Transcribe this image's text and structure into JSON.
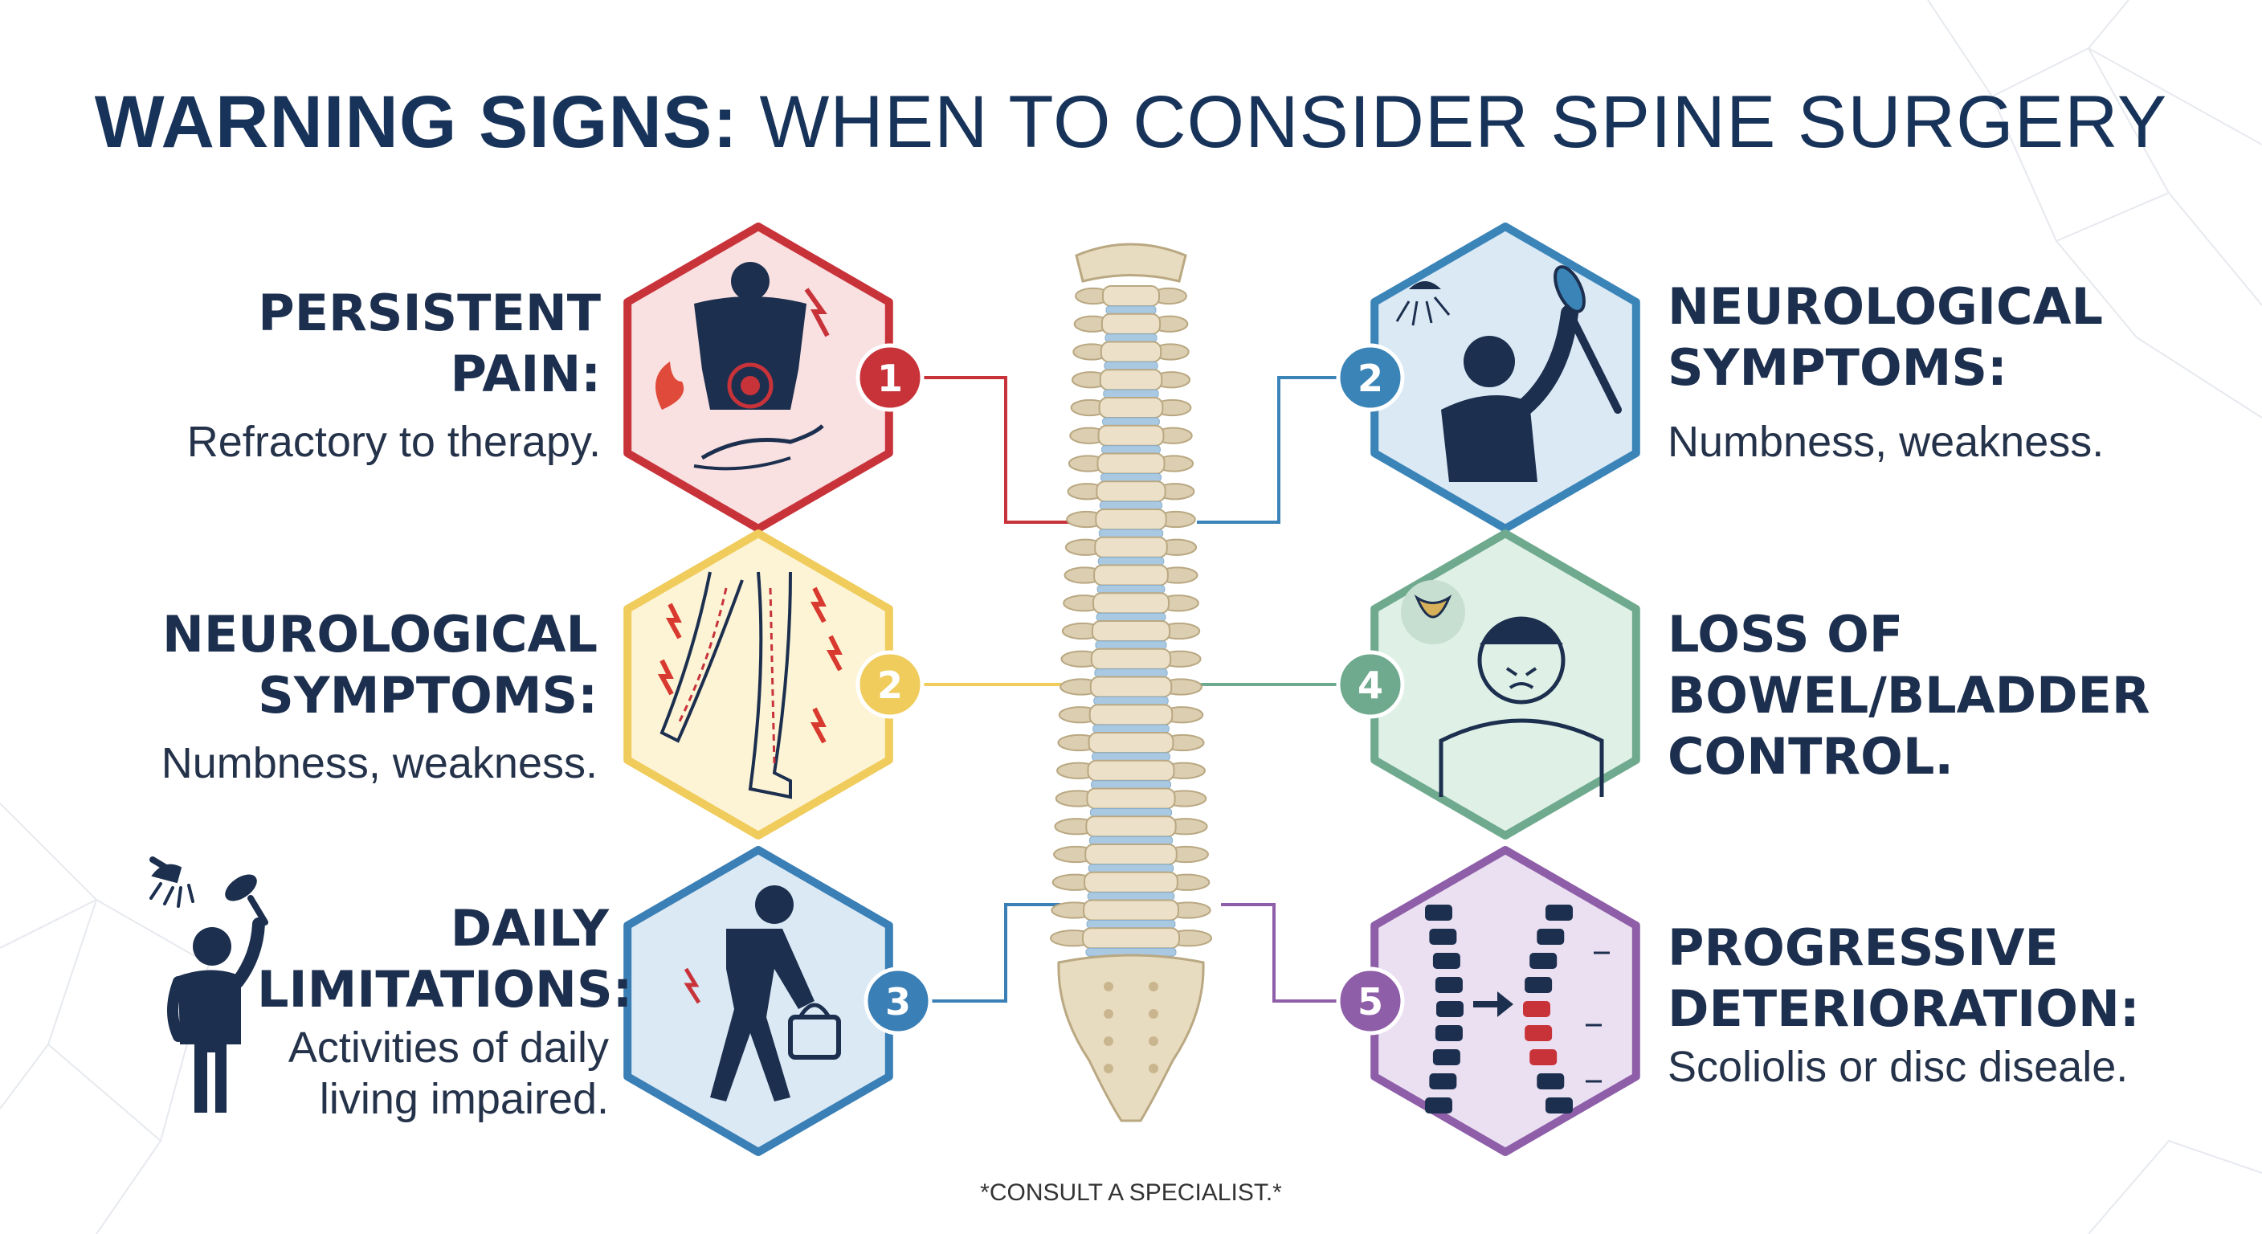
{
  "title": {
    "bold": "WARNING SIGNS:",
    "light": "WHEN TO CONSIDER SPINE SURGERY"
  },
  "cards": [
    {
      "number": "1",
      "heading": [
        "PERSISTENT",
        "PAIN:"
      ],
      "description": [
        "Refractory to therapy."
      ],
      "color": "#c8333a",
      "fill": "#f9e0e1",
      "icon": "back-pain-icon"
    },
    {
      "number": "2",
      "heading": [
        "NEUROLOGICAL",
        "SYMPTOMS:"
      ],
      "description": [
        "Numbness, weakness."
      ],
      "color": "#f0cc5c",
      "fill": "#fdf4d6",
      "icon": "leg-nerve-pain-icon"
    },
    {
      "number": "3",
      "heading": [
        "DAILY",
        "LIMITATIONS:"
      ],
      "description": [
        "Activities of daily",
        "living impaired."
      ],
      "color": "#3a7fb5",
      "fill": "#dbe9f5",
      "icon": "carrying-bag-icon"
    },
    {
      "number": "2",
      "heading": [
        "NEUROLOGICAL",
        "SYMPTOMS:"
      ],
      "description": [
        "Numbness, weakness."
      ],
      "color": "#3a84b8",
      "fill": "#dbe9f5",
      "icon": "shower-brush-icon"
    },
    {
      "number": "4",
      "heading": [
        "LOSS OF",
        "BOWEL/BLADDER",
        "CONTROL."
      ],
      "description": [],
      "color": "#6faa8e",
      "fill": "#dff0e6",
      "icon": "bladder-distress-icon"
    },
    {
      "number": "5",
      "heading": [
        "PROGRESSIVE",
        "DETERIORATION:"
      ],
      "description": [
        "Scoliolis or disc diseale."
      ],
      "color": "#8e5ea8",
      "fill": "#ebe0f2",
      "icon": "scoliosis-spine-icon"
    }
  ],
  "footnote": "*CONSULT A SPECIALIST.*",
  "decor_icon": "person-showering-icon"
}
